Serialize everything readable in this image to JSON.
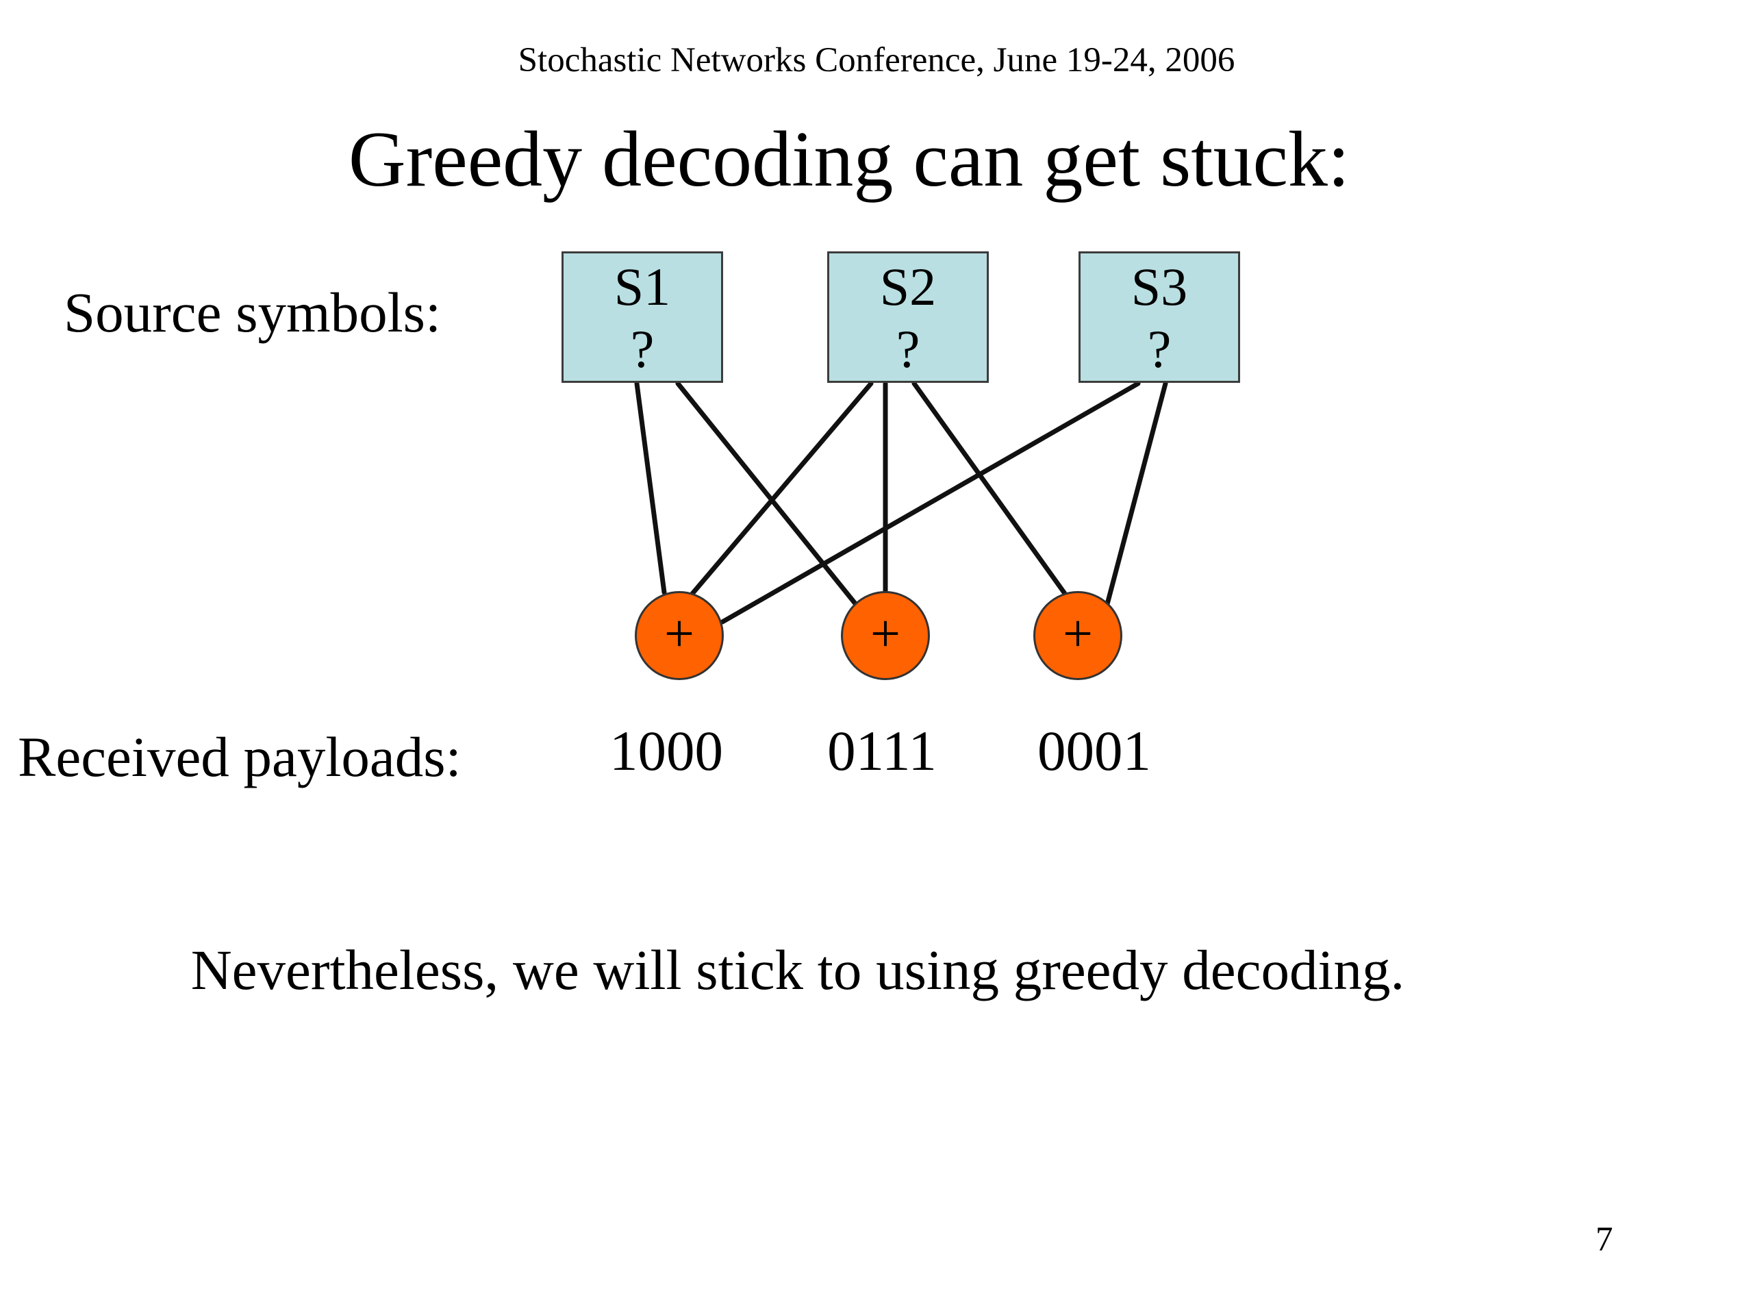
{
  "header": {
    "conference": "Stochastic Networks Conference, June 19-24, 2006"
  },
  "title": "Greedy decoding can get stuck:",
  "labels": {
    "source_symbols": "Source symbols:",
    "received_payloads": "Received payloads:"
  },
  "source_symbols": [
    {
      "name": "S1",
      "value": "?"
    },
    {
      "name": "S2",
      "value": "?"
    },
    {
      "name": "S3",
      "value": "?"
    }
  ],
  "xor_nodes": [
    {
      "symbol": "+",
      "payload": "1000",
      "connected_sources": [
        "S1",
        "S2",
        "S3"
      ]
    },
    {
      "symbol": "+",
      "payload": "0111",
      "connected_sources": [
        "S1",
        "S2"
      ]
    },
    {
      "symbol": "+",
      "payload": "0001",
      "connected_sources": [
        "S2",
        "S3"
      ]
    }
  ],
  "colors": {
    "source_box": "#b9dfe2",
    "xor_node": "#ff6200",
    "edge": "#111111"
  },
  "note": "Nevertheless, we will stick to using greedy decoding.",
  "page_number": "7"
}
